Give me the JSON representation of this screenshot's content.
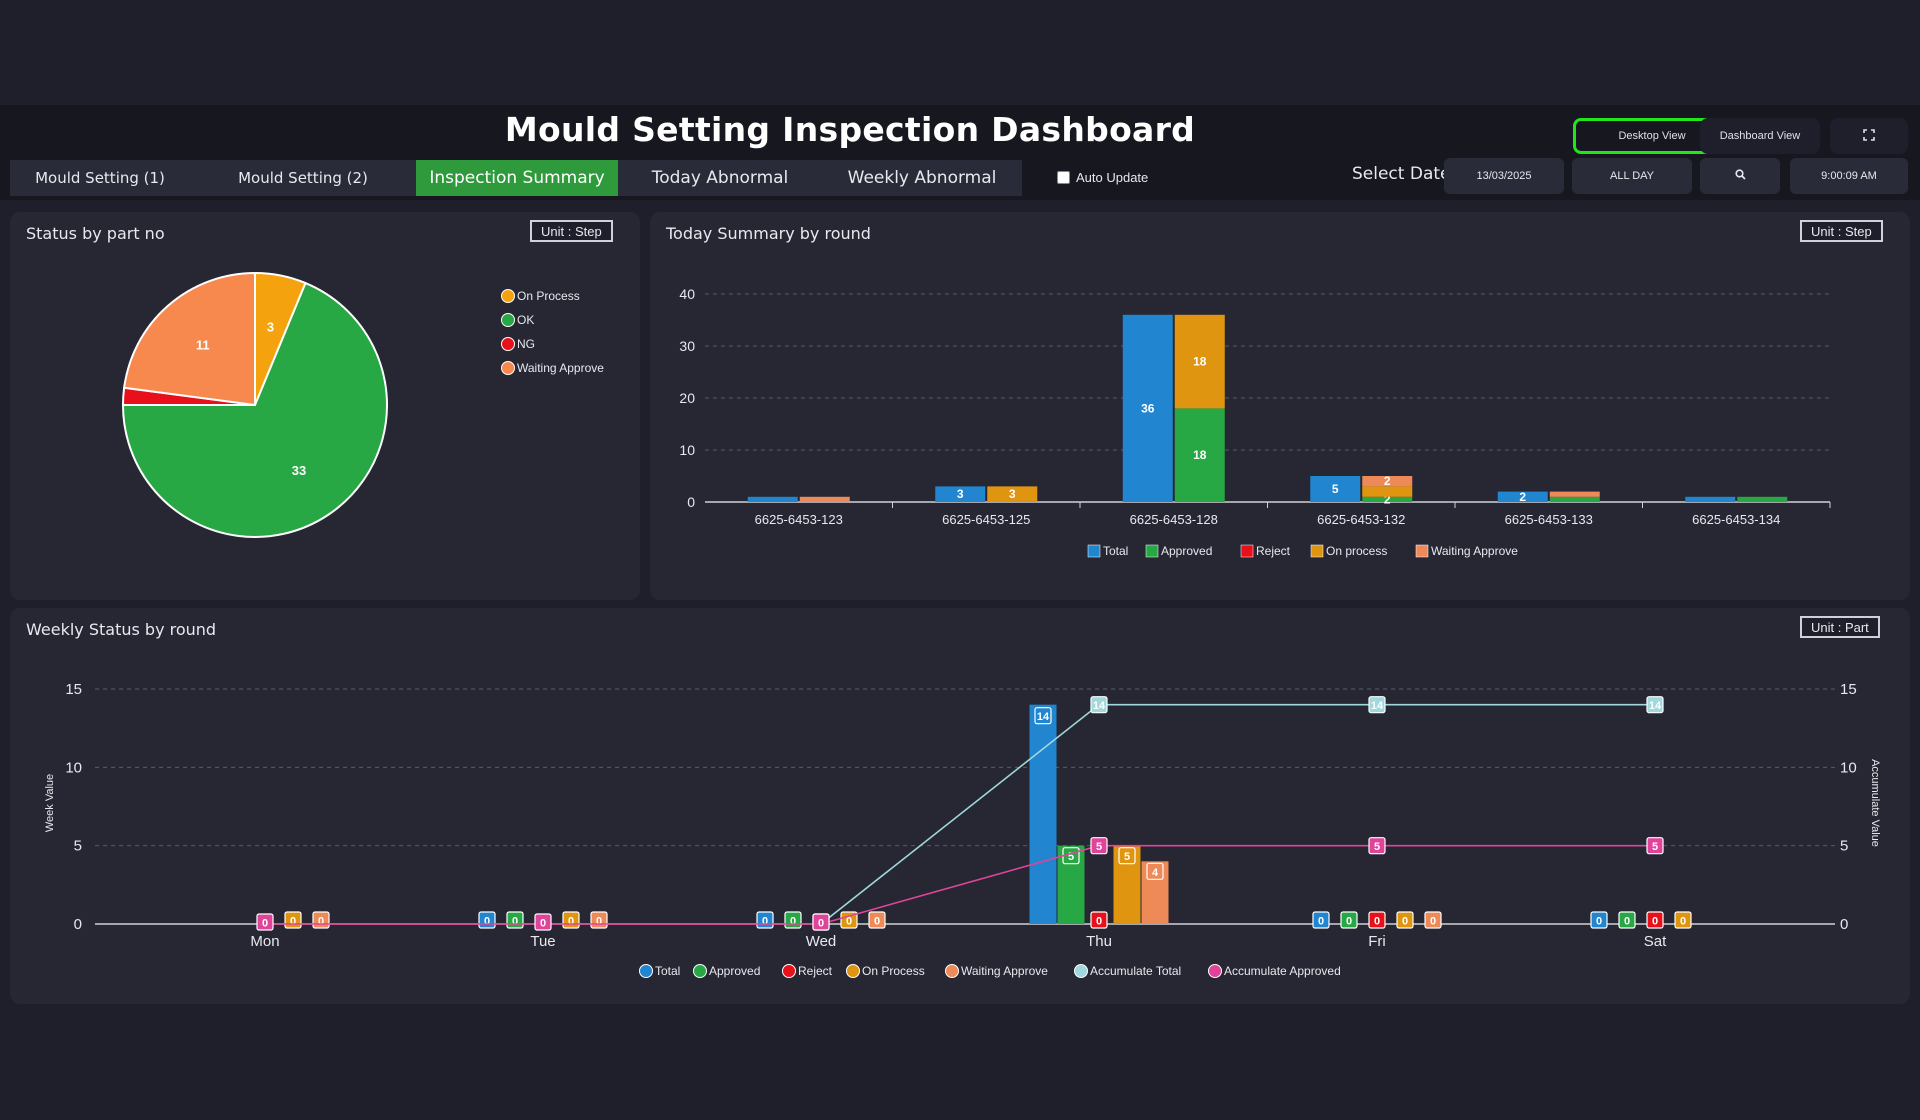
{
  "header": {
    "title": "Mould Setting Inspection Dashboard",
    "desktop_view": "Desktop View",
    "dashboard_view": "Dashboard View",
    "fullscreen_icon": "fullscreen-icon"
  },
  "tabs": [
    {
      "label": "Mould  Setting (1)"
    },
    {
      "label": "Mould  Setting (2)"
    },
    {
      "label": "Inspection Summary"
    },
    {
      "label": "Today Abnormal"
    },
    {
      "label": "Weekly Abnormal"
    }
  ],
  "active_tab": "Inspection Summary",
  "controls": {
    "auto_update_label": "Auto Update",
    "auto_update_checked": false,
    "select_date_label": "Select Date",
    "date_value": "13/03/2025",
    "period_value": "ALL DAY",
    "search_icon": "search-icon",
    "time_value": "9:00:09 AM"
  },
  "colors": {
    "accent_green": "#2f9a3c",
    "total": "#2185d0",
    "approved": "#27a844",
    "reject": "#e8101a",
    "on_process": "#e09510",
    "waiting": "#ee8a58",
    "acc_total": "#9fd8dd",
    "acc_approved": "#e0449a"
  },
  "panels": {
    "status": {
      "title": "Status by part no",
      "unit": "Unit : Step"
    },
    "today": {
      "title": "Today Summary by round",
      "unit": "Unit : Step"
    },
    "weekly": {
      "title": "Weekly Status by round",
      "unit": "Unit : Part"
    }
  },
  "chart_data": [
    {
      "type": "pie",
      "legend": [
        "On Process",
        "OK",
        "NG",
        "Waiting Approve"
      ],
      "values": [
        3,
        33,
        1,
        11
      ],
      "labels": [
        "3",
        "33",
        "",
        "11"
      ],
      "colors": [
        "#f5a20f",
        "#27a844",
        "#e8101a",
        "#f7894f"
      ]
    },
    {
      "type": "bar",
      "categories": [
        "6625-6453-123",
        "6625-6453-125",
        "6625-6453-128",
        "6625-6453-132",
        "6625-6453-133",
        "6625-6453-134"
      ],
      "ylim": [
        0,
        40
      ],
      "yticks": [
        0,
        10,
        20,
        30,
        40
      ],
      "legend": [
        "Total",
        "Approved",
        "Reject",
        "On process",
        "Waiting Approve"
      ],
      "series": [
        {
          "name": "Total",
          "values": [
            1,
            3,
            36,
            5,
            2,
            1
          ],
          "labels": [
            "",
            "3",
            "36",
            "5",
            "2",
            ""
          ]
        },
        {
          "name": "Approved",
          "values": [
            0,
            0,
            18,
            1,
            1,
            1
          ],
          "labels": [
            "",
            "",
            "18",
            "2",
            "",
            ""
          ]
        },
        {
          "name": "Reject",
          "values": [
            0,
            0,
            0,
            0,
            0,
            0
          ],
          "labels": [
            "",
            "",
            "",
            "",
            "",
            ""
          ]
        },
        {
          "name": "On process",
          "values": [
            0,
            3,
            18,
            2,
            0,
            0
          ],
          "labels": [
            "",
            "3",
            "18",
            "",
            "",
            ""
          ]
        },
        {
          "name": "Waiting Approve",
          "values": [
            1,
            0,
            0,
            2,
            1,
            0
          ],
          "labels": [
            "",
            "",
            "",
            "2",
            "",
            ""
          ]
        }
      ]
    },
    {
      "type": "bar",
      "categories": [
        "Mon",
        "Tue",
        "Wed",
        "Thu",
        "Fri",
        "Sat"
      ],
      "ylim": [
        0,
        15
      ],
      "yticks": [
        0,
        5,
        10,
        15
      ],
      "ylabel": "Week Value",
      "y2label": "Accumulate Value",
      "legend": [
        "Total",
        "Approved",
        "Reject",
        "On Process",
        "Waiting Approve",
        "Accumulate Total",
        "Accumulate Approved"
      ],
      "series": [
        {
          "name": "Total",
          "values": [
            null,
            0,
            0,
            14,
            0,
            0
          ]
        },
        {
          "name": "Approved",
          "values": [
            null,
            0,
            0,
            5,
            0,
            0
          ]
        },
        {
          "name": "Reject",
          "values": [
            null,
            null,
            null,
            0,
            0,
            0
          ]
        },
        {
          "name": "On Process",
          "values": [
            0,
            0,
            0,
            5,
            0,
            0
          ]
        },
        {
          "name": "Waiting Approve",
          "values": [
            0,
            0,
            0,
            4,
            0,
            null
          ]
        }
      ],
      "lines": [
        {
          "name": "Accumulate Total",
          "values": [
            null,
            null,
            0,
            14,
            14,
            14
          ]
        },
        {
          "name": "Accumulate Approved",
          "values": [
            0,
            0,
            0,
            5,
            5,
            5
          ]
        }
      ]
    }
  ]
}
